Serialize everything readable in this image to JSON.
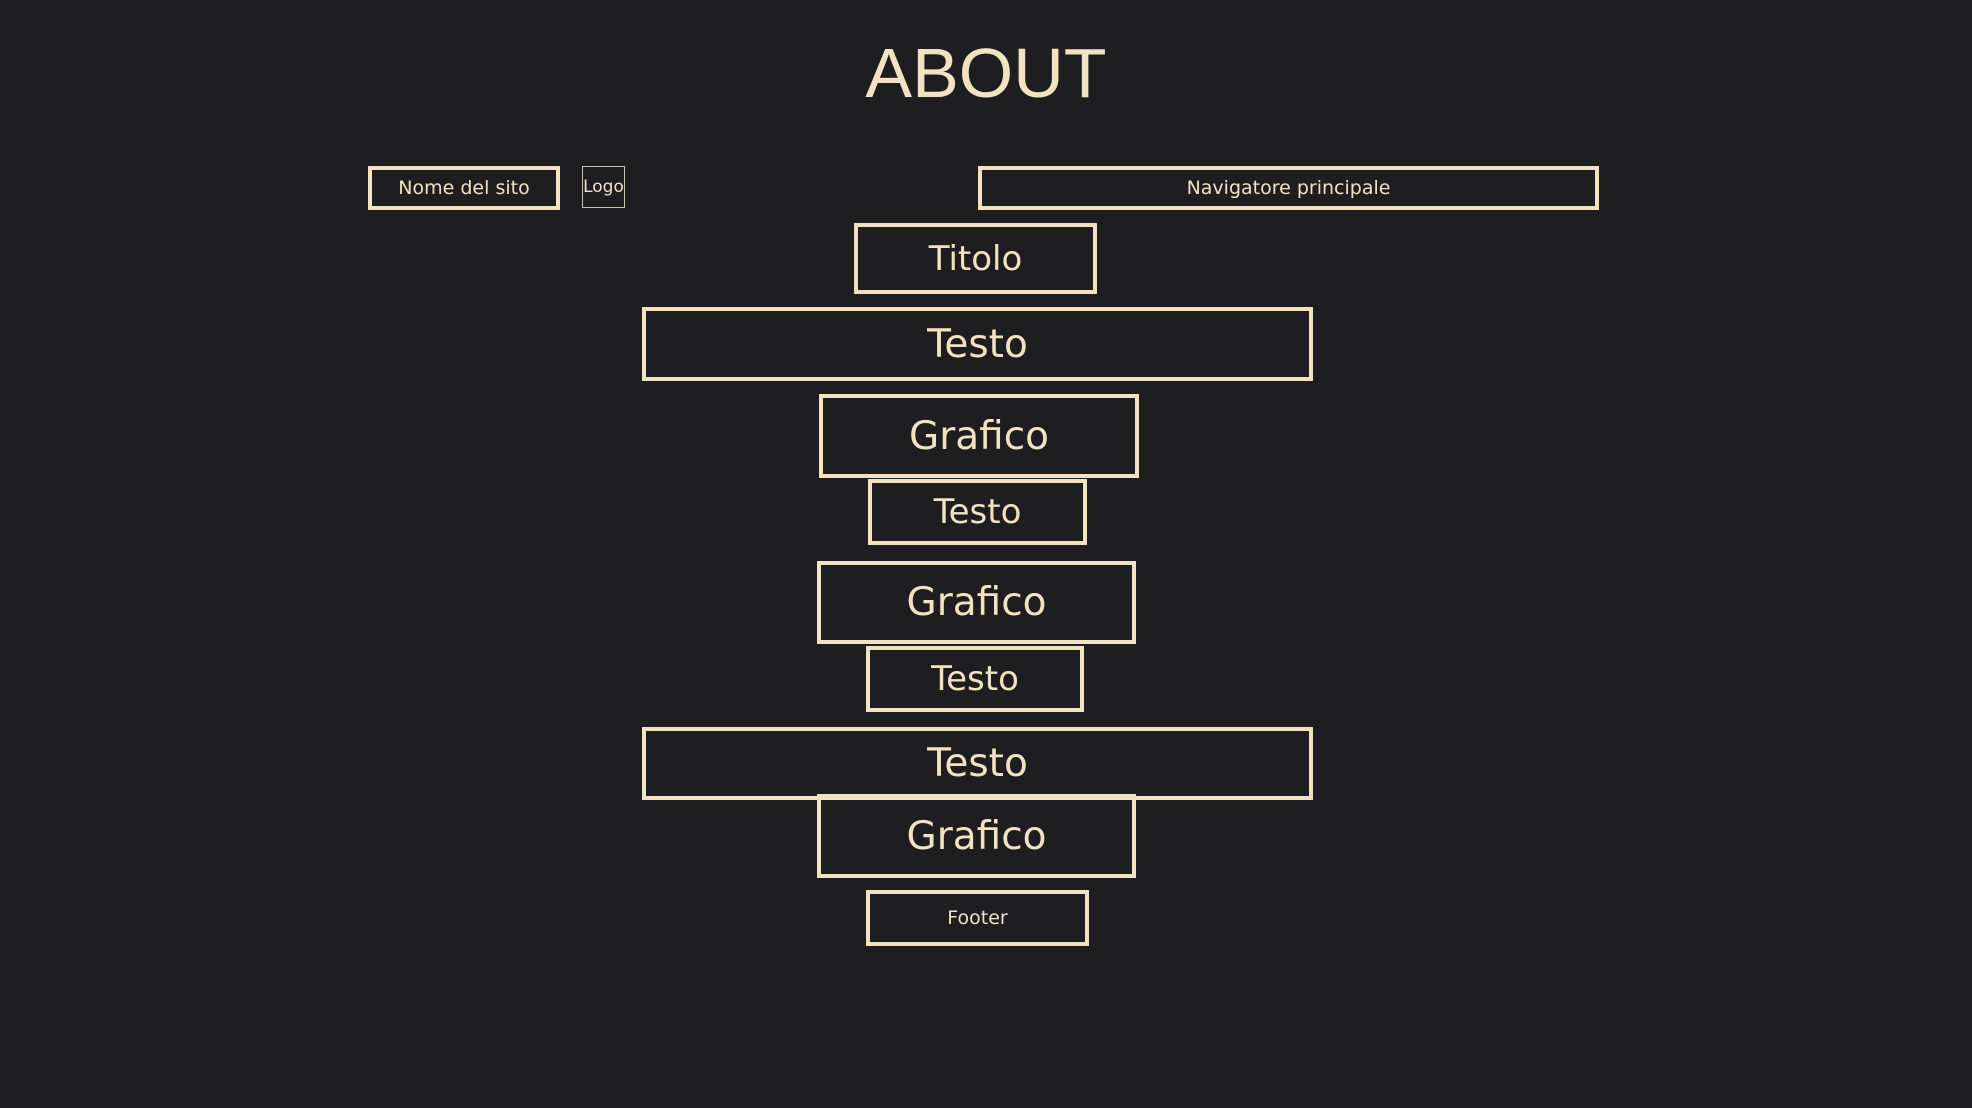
{
  "page": {
    "title": "ABOUT"
  },
  "header": {
    "site_name": "Nome del sito",
    "logo": "Logo",
    "main_nav": "Navigatore principale"
  },
  "blocks": [
    {
      "kind": "title",
      "label": "Titolo"
    },
    {
      "kind": "text",
      "label": "Testo"
    },
    {
      "kind": "graphic",
      "label": "Grafico"
    },
    {
      "kind": "text",
      "label": "Testo"
    },
    {
      "kind": "graphic",
      "label": "Grafico"
    },
    {
      "kind": "text",
      "label": "Testo"
    },
    {
      "kind": "text",
      "label": "Testo"
    },
    {
      "kind": "graphic",
      "label": "Grafico"
    }
  ],
  "footer": {
    "label": "Footer"
  },
  "colors": {
    "background": "#1e1e20",
    "accent": "#f1e2c2"
  }
}
